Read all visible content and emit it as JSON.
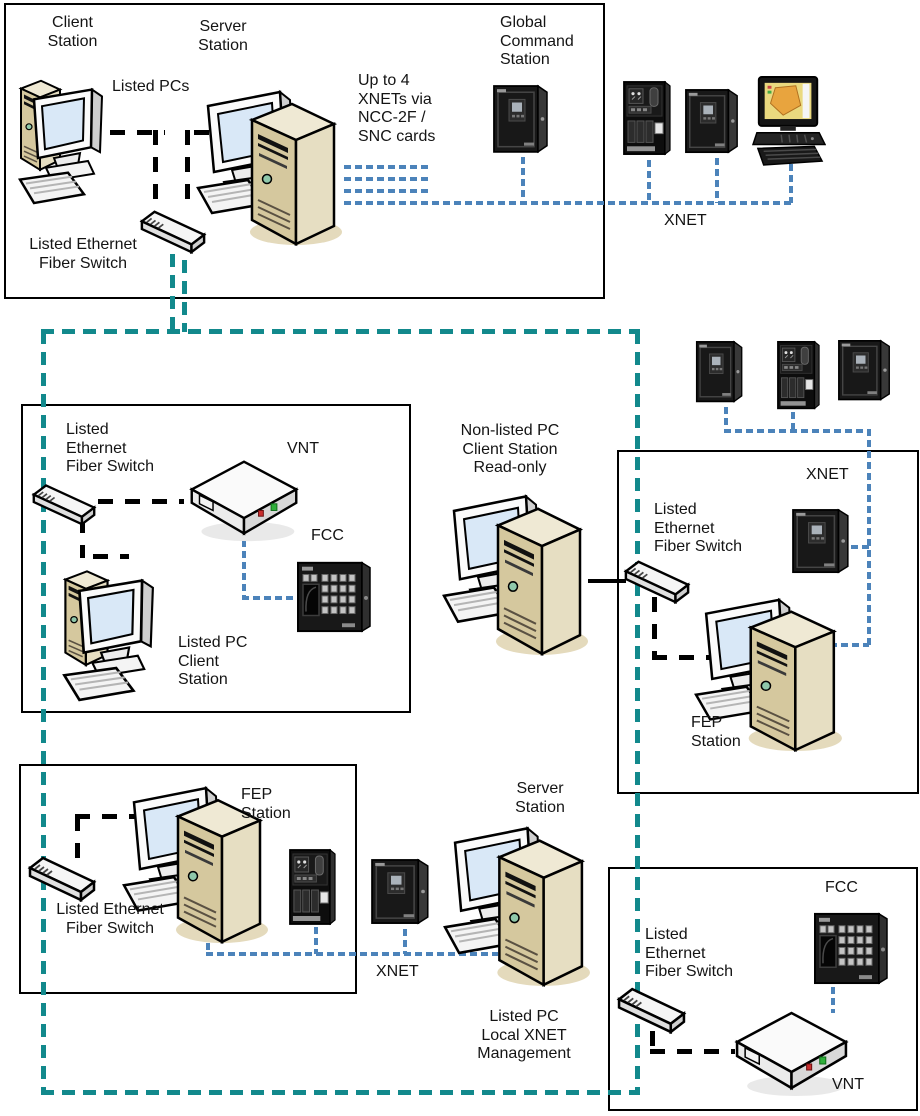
{
  "colors": {
    "backbone_teal": "#12898c",
    "xnet_blue": "#4c83ba",
    "cable_black": "#000000",
    "tower_front": "#d5c89e",
    "tower_side": "#e6dec2",
    "tower_top": "#efe9d4",
    "tower_shadow": "#e4dabc",
    "screen_blue": "#d9e8f7",
    "panel_black": "#181818"
  },
  "labels": {
    "client_station": "Client\nStation",
    "server_station_top": "Server\nStation",
    "listed_pcs": "Listed PCs",
    "switch_top": "Listed Ethernet\nFiber Switch",
    "xnet_note": "Up to 4\nXNETs via\nNCC-2F /\nSNC cards",
    "global_command_station": "Global\nCommand\nStation",
    "xnet_top": "XNET",
    "switch_mid_left": "Listed\nEthernet\nFiber Switch",
    "vnt_mid_left": "VNT",
    "fcc_mid_left": "FCC",
    "listed_pc_client_station": "Listed PC\nClient\nStation",
    "non_listed_pc": "Non-listed PC\nClient Station\nRead-only",
    "xnet_mid_right": "XNET",
    "switch_mid_right": "Listed\nEthernet\nFiber Switch",
    "fep_station_mid_right": "FEP\nStation",
    "fep_station_bottom_left": "FEP\nStation",
    "switch_bottom_left": "Listed Ethernet\nFiber Switch",
    "server_station_bottom": "Server\nStation",
    "xnet_bottom": "XNET",
    "local_xnet_management": "Listed PC\nLocal XNET\nManagement",
    "fcc_bottom_right": "FCC",
    "switch_bottom_right": "Listed\nEthernet\nFiber Switch",
    "vnt_bottom_right": "VNT"
  }
}
